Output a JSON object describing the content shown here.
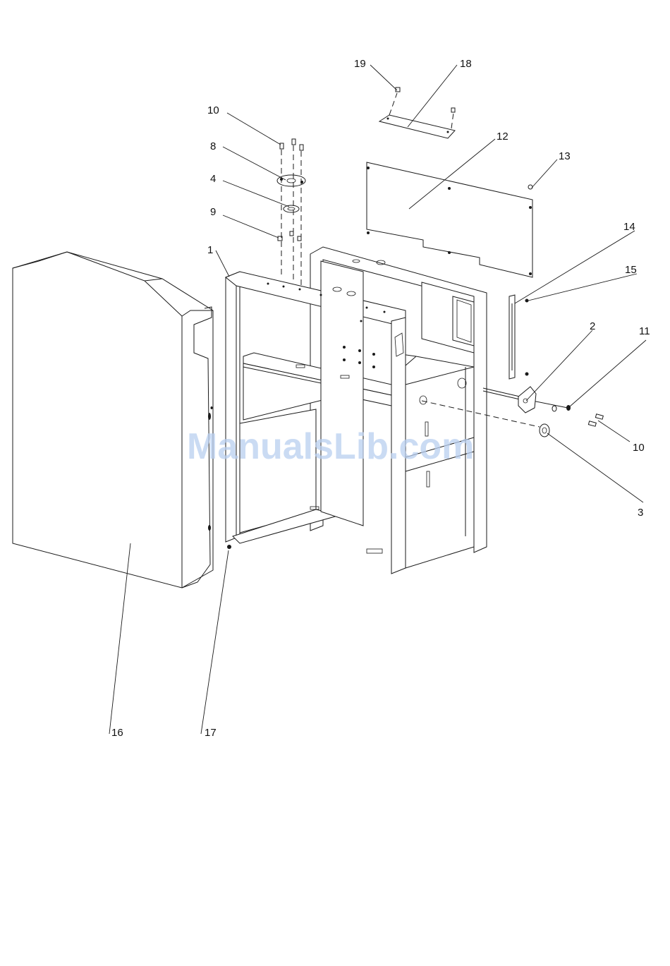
{
  "watermark": "ManualsLib.com",
  "callouts": [
    "19",
    "18",
    "10",
    "8",
    "12",
    "13",
    "4",
    "9",
    "14",
    "1",
    "15",
    "2",
    "11",
    "10",
    "3",
    "16",
    "17"
  ]
}
